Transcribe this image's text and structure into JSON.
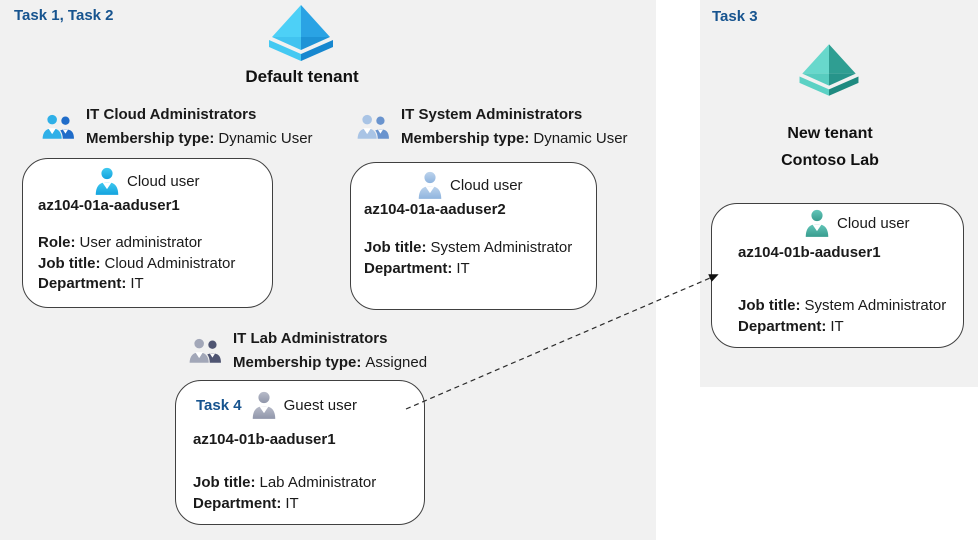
{
  "main_panel": {
    "task_label": "Task 1, Task 2",
    "tenant_name": "Default tenant",
    "groups": [
      {
        "title": "IT Cloud Administrators",
        "membership_label": "Membership type:",
        "membership_value": "Dynamic User"
      },
      {
        "title": "IT System Administrators",
        "membership_label": "Membership type:",
        "membership_value": "Dynamic User"
      },
      {
        "title": "IT Lab Administrators",
        "membership_label": "Membership type:",
        "membership_value": "Assigned"
      }
    ],
    "cards": [
      {
        "type_label": "Cloud user",
        "name": "az104-01a-aaduser1",
        "attributes": [
          {
            "label": "Role:",
            "value": "User administrator"
          },
          {
            "label": "Job title:",
            "value": "Cloud Administrator"
          },
          {
            "label": "Department:",
            "value": "IT"
          }
        ]
      },
      {
        "type_label": "Cloud user",
        "name": "az104-01a-aaduser2",
        "attributes": [
          {
            "label": "Job title:",
            "value": "System Administrator"
          },
          {
            "label": "Department:",
            "value": "IT"
          }
        ]
      },
      {
        "task_label": "Task 4",
        "type_label": "Guest user",
        "name": "az104-01b-aaduser1",
        "attributes": [
          {
            "label": "Job title:",
            "value": "Lab Administrator"
          },
          {
            "label": "Department:",
            "value": "IT"
          }
        ]
      }
    ]
  },
  "right_panel": {
    "task_label": "Task 3",
    "tenant_name_line1": "New tenant",
    "tenant_name_line2": "Contoso Lab",
    "card": {
      "type_label": "Cloud user",
      "name": "az104-01b-aaduser1",
      "attributes": [
        {
          "label": "Job title:",
          "value": "System Administrator"
        },
        {
          "label": "Department:",
          "value": "IT"
        }
      ]
    }
  },
  "icons": {
    "tenant_icon": "azure-ad-pyramid",
    "group_icon": "two-people-silhouette",
    "user_icon": "person-silhouette"
  },
  "colors": {
    "panel_background": "#F1F1F1",
    "task_label_blue": "#17548F",
    "card_border": "#404040",
    "text": "#1A1A1A",
    "azure_ad_blue_light": "#4DD0F7",
    "azure_ad_blue_dark": "#1E93D6",
    "new_tenant_teal_light": "#68D8CC",
    "new_tenant_teal_dark": "#27948A",
    "cloud_user_cyan": "#2BB3E8",
    "cloud_user_steel_blue": "#A6C3E6",
    "guest_user_gray": "#A3A8BA",
    "new_tenant_user_teal": "#4DB6A8"
  }
}
